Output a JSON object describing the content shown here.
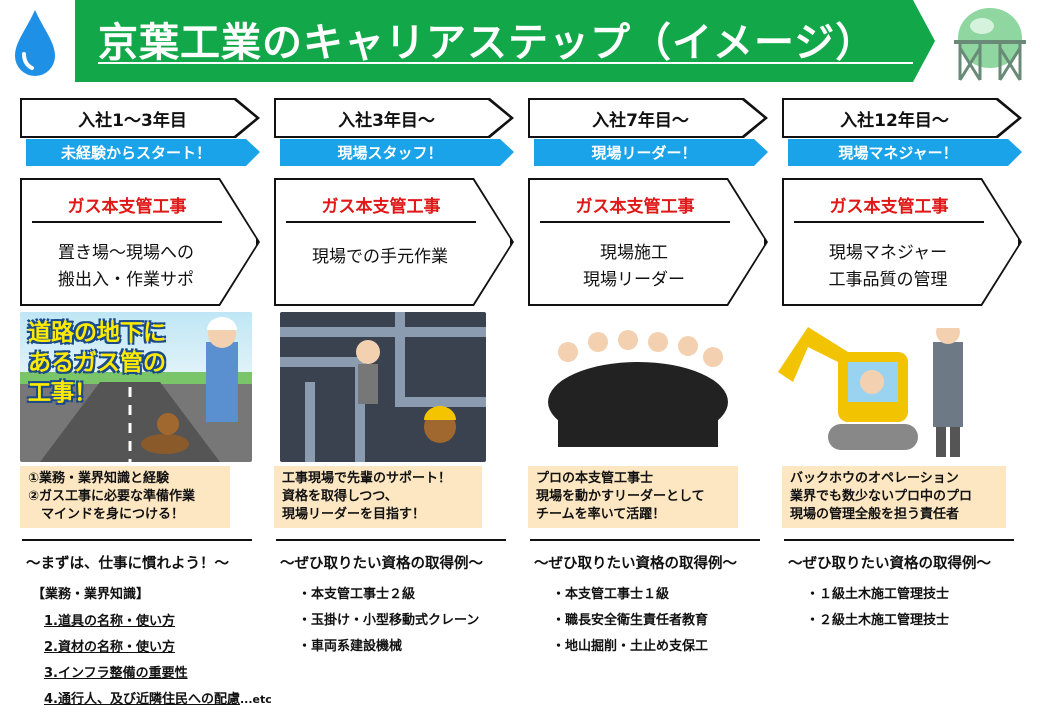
{
  "title": "京葉工業のキャリアステップ（イメージ）",
  "colors": {
    "green": "#12a84a",
    "blue": "#1aa3e8",
    "red": "#e01818",
    "note": "#fde7c2"
  },
  "stages": [
    {
      "year": "入社1〜3年目",
      "banner": "未経験からスタート！",
      "card_title": "ガス本支管工事",
      "card_lines": [
        "置き場〜現場への",
        "搬出入・作業サポ"
      ],
      "image_caption": [
        "道路の地下に",
        "あるガス管の",
        "工事！"
      ],
      "note": "①業務・業界知識と経験\n②ガス工事に必要な準備作業\n　マインドを身につける！",
      "headline": "〜まずは、仕事に慣れよう！〜",
      "subhead": "【業務・業界知識】",
      "items": [
        "1.道具の名称・使い方",
        "2.資材の名称・使い方",
        "3.インフラ整備の重要性",
        "4.通行人、及び近隣住民への配慮"
      ],
      "items_suffix": "...etc"
    },
    {
      "year": "入社3年目〜",
      "banner": "現場スタッフ！",
      "card_title": "ガス本支管工事",
      "card_lines": [
        "現場での手元作業"
      ],
      "note": "工事現場で先輩のサポート！\n資格を取得しつつ、\n現場リーダーを目指す！",
      "headline": "〜ぜひ取りたい資格の取得例〜",
      "items": [
        "・本支管工事士２級",
        "・玉掛け・小型移動式クレーン",
        "・車両系建設機械"
      ]
    },
    {
      "year": "入社7年目〜",
      "banner": "現場リーダー！",
      "card_title": "ガス本支管工事",
      "card_lines": [
        "現場施工",
        "現場リーダー"
      ],
      "note": "プロの本支管工事士\n現場を動かすリーダーとして\nチームを率いて活躍！",
      "headline": "〜ぜひ取りたい資格の取得例〜",
      "items": [
        "・本支管工事士１級",
        "・職長安全衛生責任者教育",
        "・地山掘削・土止め支保工"
      ]
    },
    {
      "year": "入社12年目〜",
      "banner": "現場マネジャー！",
      "card_title": "ガス本支管工事",
      "card_lines": [
        "現場マネジャー",
        "工事品質の管理"
      ],
      "note": "バックホウのオペレーション\n業界でも数少ないプロ中のプロ\n現場の管理全般を担う責任者",
      "headline": "〜ぜひ取りたい資格の取得例〜",
      "items": [
        "・１級土木施工管理技士",
        "・２級土木施工管理技士"
      ]
    }
  ]
}
